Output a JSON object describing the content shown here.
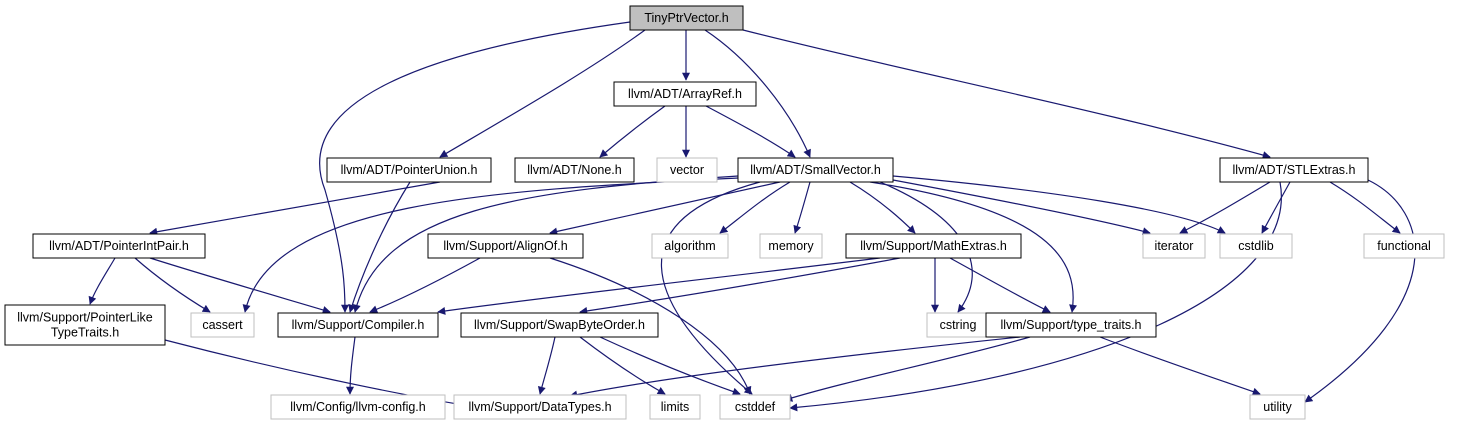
{
  "diagram": {
    "edge_color": "#191970",
    "nodes": [
      {
        "id": "tiny",
        "label": "TinyPtrVector.h",
        "kind": "root",
        "interactable": false
      },
      {
        "id": "arrayref",
        "label": "llvm/ADT/ArrayRef.h",
        "kind": "header",
        "interactable": true
      },
      {
        "id": "ptrunion",
        "label": "llvm/ADT/PointerUnion.h",
        "kind": "header",
        "interactable": true
      },
      {
        "id": "none",
        "label": "llvm/ADT/None.h",
        "kind": "header",
        "interactable": true
      },
      {
        "id": "vector",
        "label": "vector",
        "kind": "system",
        "interactable": false
      },
      {
        "id": "smallvec",
        "label": "llvm/ADT/SmallVector.h",
        "kind": "header",
        "interactable": true
      },
      {
        "id": "stlextras",
        "label": "llvm/ADT/STLExtras.h",
        "kind": "header",
        "interactable": true
      },
      {
        "id": "ptrintpair",
        "label": "llvm/ADT/PointerIntPair.h",
        "kind": "header",
        "interactable": true
      },
      {
        "id": "alignof",
        "label": "llvm/Support/AlignOf.h",
        "kind": "header",
        "interactable": true
      },
      {
        "id": "algorithm",
        "label": "algorithm",
        "kind": "system",
        "interactable": false
      },
      {
        "id": "memory",
        "label": "memory",
        "kind": "system",
        "interactable": false
      },
      {
        "id": "mathextras",
        "label": "llvm/Support/MathExtras.h",
        "kind": "header",
        "interactable": true
      },
      {
        "id": "iterator",
        "label": "iterator",
        "kind": "system",
        "interactable": false
      },
      {
        "id": "cstdlib",
        "label": "cstdlib",
        "kind": "system",
        "interactable": false
      },
      {
        "id": "functional",
        "label": "functional",
        "kind": "system",
        "interactable": false
      },
      {
        "id": "ptrlike",
        "label": [
          "llvm/Support/PointerLike",
          "TypeTraits.h"
        ],
        "kind": "header",
        "interactable": true
      },
      {
        "id": "cassert",
        "label": "cassert",
        "kind": "system",
        "interactable": false
      },
      {
        "id": "compiler",
        "label": "llvm/Support/Compiler.h",
        "kind": "header",
        "interactable": true
      },
      {
        "id": "swapbyte",
        "label": "llvm/Support/SwapByteOrder.h",
        "kind": "header",
        "interactable": true
      },
      {
        "id": "cstring",
        "label": "cstring",
        "kind": "system",
        "interactable": false
      },
      {
        "id": "typetraits",
        "label": "llvm/Support/type_traits.h",
        "kind": "header",
        "interactable": true
      },
      {
        "id": "llvmconfig",
        "label": "llvm/Config/llvm-config.h",
        "kind": "system",
        "interactable": false
      },
      {
        "id": "datatypes",
        "label": "llvm/Support/DataTypes.h",
        "kind": "system",
        "interactable": false
      },
      {
        "id": "limits",
        "label": "limits",
        "kind": "system",
        "interactable": false
      },
      {
        "id": "cstddef",
        "label": "cstddef",
        "kind": "system",
        "interactable": false
      },
      {
        "id": "utility",
        "label": "utility",
        "kind": "system",
        "interactable": false
      }
    ],
    "edges": [
      {
        "from": "tiny",
        "to": "arrayref"
      },
      {
        "from": "tiny",
        "to": "ptrunion"
      },
      {
        "from": "tiny",
        "to": "smallvec"
      },
      {
        "from": "tiny",
        "to": "stlextras"
      },
      {
        "from": "tiny",
        "to": "compiler"
      },
      {
        "from": "arrayref",
        "to": "none"
      },
      {
        "from": "arrayref",
        "to": "vector"
      },
      {
        "from": "arrayref",
        "to": "smallvec"
      },
      {
        "from": "ptrunion",
        "to": "ptrintpair"
      },
      {
        "from": "ptrunion",
        "to": "compiler"
      },
      {
        "from": "smallvec",
        "to": "alignof"
      },
      {
        "from": "smallvec",
        "to": "algorithm"
      },
      {
        "from": "smallvec",
        "to": "memory"
      },
      {
        "from": "smallvec",
        "to": "mathextras"
      },
      {
        "from": "smallvec",
        "to": "iterator"
      },
      {
        "from": "smallvec",
        "to": "cstdlib"
      },
      {
        "from": "smallvec",
        "to": "cassert"
      },
      {
        "from": "smallvec",
        "to": "compiler"
      },
      {
        "from": "smallvec",
        "to": "cstring"
      },
      {
        "from": "smallvec",
        "to": "typetraits"
      },
      {
        "from": "smallvec",
        "to": "cstddef"
      },
      {
        "from": "stlextras",
        "to": "iterator"
      },
      {
        "from": "stlextras",
        "to": "cstdlib"
      },
      {
        "from": "stlextras",
        "to": "functional"
      },
      {
        "from": "stlextras",
        "to": "cstddef"
      },
      {
        "from": "stlextras",
        "to": "utility"
      },
      {
        "from": "ptrintpair",
        "to": "ptrlike"
      },
      {
        "from": "ptrintpair",
        "to": "cassert"
      },
      {
        "from": "ptrintpair",
        "to": "compiler"
      },
      {
        "from": "alignof",
        "to": "compiler"
      },
      {
        "from": "alignof",
        "to": "cstddef"
      },
      {
        "from": "mathextras",
        "to": "compiler"
      },
      {
        "from": "mathextras",
        "to": "swapbyte"
      },
      {
        "from": "mathextras",
        "to": "cstring"
      },
      {
        "from": "mathextras",
        "to": "typetraits"
      },
      {
        "from": "ptrlike",
        "to": "datatypes"
      },
      {
        "from": "compiler",
        "to": "llvmconfig"
      },
      {
        "from": "swapbyte",
        "to": "datatypes"
      },
      {
        "from": "swapbyte",
        "to": "limits"
      },
      {
        "from": "swapbyte",
        "to": "cstddef"
      },
      {
        "from": "typetraits",
        "to": "datatypes"
      },
      {
        "from": "typetraits",
        "to": "cstddef"
      },
      {
        "from": "typetraits",
        "to": "utility"
      }
    ]
  }
}
